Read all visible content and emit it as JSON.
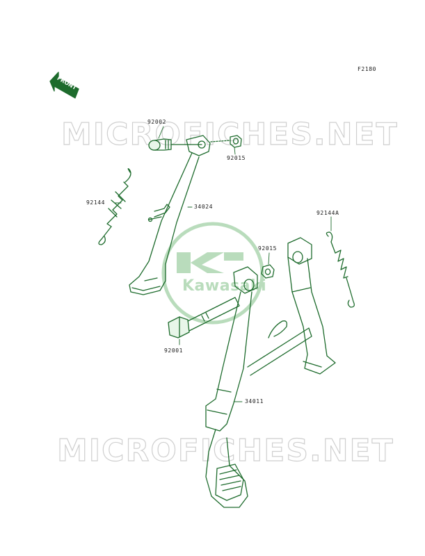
{
  "figure_code": "F2180",
  "front_label": "FRONT",
  "watermark": {
    "top_text": "MICROFICHES.NET",
    "bottom_text": "MICROFICHES.NET"
  },
  "logo": {
    "text": "Kawasaki"
  },
  "colors": {
    "line": "#1d6b2c",
    "fill": "#e8f6e9",
    "logo": "#b9dcbc",
    "watermark": "#cfcfcf"
  },
  "parts": [
    {
      "id": "p92002",
      "label": "92002"
    },
    {
      "id": "p92015a",
      "label": "92015"
    },
    {
      "id": "p92144",
      "label": "92144"
    },
    {
      "id": "p34024",
      "label": "34024"
    },
    {
      "id": "p92015b",
      "label": "92015"
    },
    {
      "id": "p92144A",
      "label": "92144A"
    },
    {
      "id": "p92001",
      "label": "92001"
    },
    {
      "id": "p34011",
      "label": "34011"
    }
  ]
}
